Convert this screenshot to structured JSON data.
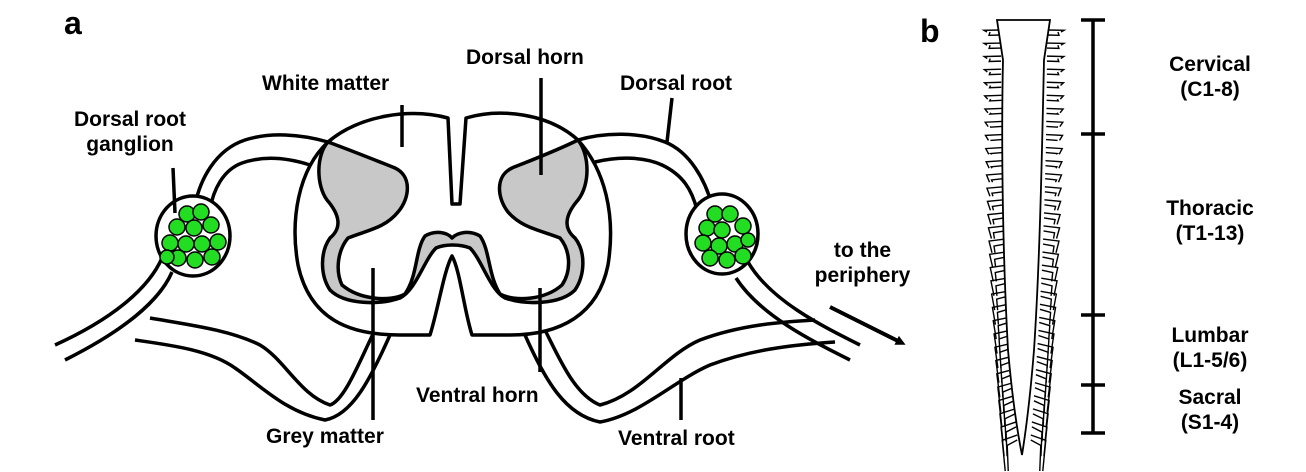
{
  "panels": {
    "a": "a",
    "b": "b"
  },
  "labels": {
    "white_matter": "White matter",
    "dorsal_horn": "Dorsal horn",
    "dorsal_root": "Dorsal root",
    "drg_line1": "Dorsal root",
    "drg_line2": "ganglion",
    "to_periphery_line1": "to the",
    "to_periphery_line2": "periphery",
    "ventral_horn": "Ventral horn",
    "grey_matter": "Grey matter",
    "ventral_root": "Ventral root"
  },
  "regions": [
    {
      "name": "Cervical",
      "range": "(C1-8)"
    },
    {
      "name": "Thoracic",
      "range": "(T1-13)"
    },
    {
      "name": "Lumbar",
      "range": "(L1-5/6)"
    },
    {
      "name": "Sacral",
      "range": "(S1-4)"
    }
  ],
  "colors": {
    "grey_matter": "#c8c8c8",
    "ganglion_cells": "#22dd22",
    "outline": "#000000"
  }
}
